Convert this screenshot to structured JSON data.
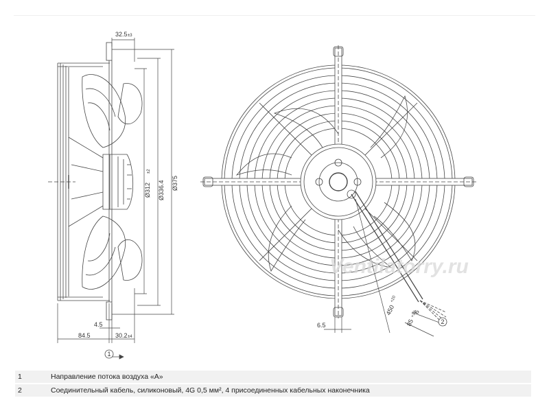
{
  "dimensions": {
    "side_top_width": "32.5",
    "side_top_tol": "±3",
    "dia_312": "Ø312",
    "dia_312_tol": "±2",
    "dia_336": "Ø336.4",
    "dia_375": "Ø375",
    "left_45": "4.5",
    "left_845": "84.5",
    "right_302": "30.2",
    "right_302_tol": "±4",
    "front_65": "6.5",
    "cable_450": "450",
    "cable_450_tol": "+20",
    "cable_6": "6",
    "cable_85": "85",
    "cable_85_tol": "+10"
  },
  "callouts": {
    "one": "1",
    "two": "2"
  },
  "watermark": "Ventilatorry.ru",
  "legend": [
    {
      "num": "1",
      "text": "Направление потока воздуха «А»"
    },
    {
      "num": "2",
      "text": "Соединительный кабель, силиконовый, 4G 0,5 мм², 4 присоединенных кабельных наконечника"
    }
  ],
  "colors": {
    "line": "#333333",
    "legend_bg": "#f1f1f1",
    "watermark": "#d9d9d9"
  }
}
